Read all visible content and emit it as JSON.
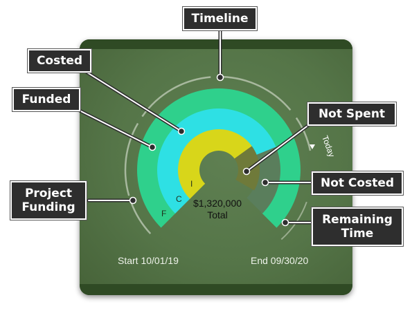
{
  "callouts": {
    "timeline": "Timeline",
    "costed": "Costed",
    "funded": "Funded",
    "project_funding": "Project\nFunding",
    "not_spent": "Not Spent",
    "not_costed": "Not Costed",
    "remaining_time": "Remaining\nTime"
  },
  "gauge": {
    "total_amount": "$1,320,000",
    "total_label": "Total",
    "today_label": "Today",
    "ring_letters": {
      "funded": "F",
      "costed": "C",
      "inner": "I"
    }
  },
  "dates": {
    "start": "Start 10/01/19",
    "end": "End 09/30/20"
  },
  "colors": {
    "funded_ring": "#2fd08c",
    "costed_ring": "#2ee0e4",
    "inner_ring": "#d8d61a",
    "card_background": "#557548",
    "callout_background": "#2e2e2e"
  }
}
